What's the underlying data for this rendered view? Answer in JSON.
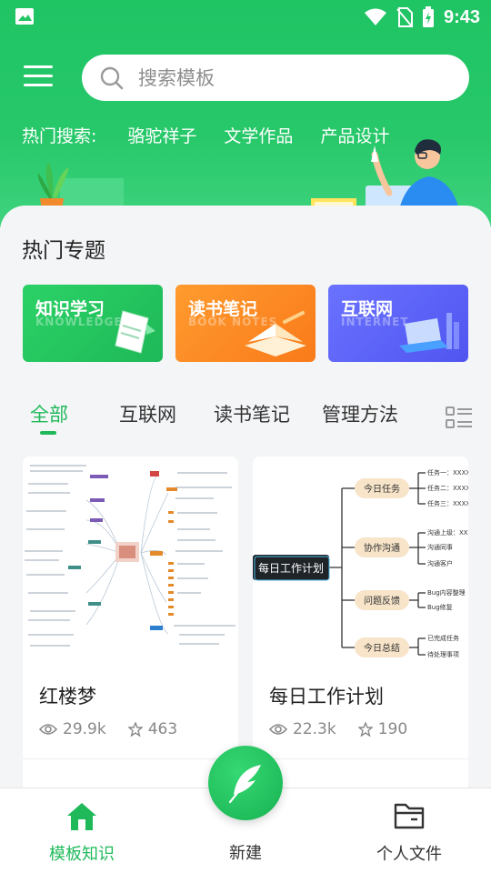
{
  "status_bar": {
    "time": "9:43"
  },
  "search": {
    "placeholder": "搜索模板",
    "value": ""
  },
  "hot_search": {
    "label": "热门搜索:",
    "tags": [
      "骆驼祥子",
      "文学作品",
      "产品设计"
    ]
  },
  "section": {
    "title": "热门专题"
  },
  "topics": [
    {
      "label": "知识学习",
      "sub": "KNOWLEDGE",
      "color": "#27c861"
    },
    {
      "label": "读书笔记",
      "sub": "BOOK NOTES",
      "color": "#fb8c25"
    },
    {
      "label": "互联网",
      "sub": "INTERNET",
      "color": "#5e63f8"
    }
  ],
  "tabs": [
    {
      "label": "全部",
      "active": true
    },
    {
      "label": "互联网",
      "active": false
    },
    {
      "label": "读书笔记",
      "active": false
    },
    {
      "label": "管理方法",
      "active": false
    }
  ],
  "templates": [
    {
      "name": "红楼梦",
      "views": "29.9k",
      "stars": "463"
    },
    {
      "name": "每日工作计划",
      "views": "22.3k",
      "stars": "190",
      "mindmap": {
        "root": "每日工作计划",
        "branches": [
          {
            "label": "今日任务",
            "items": [
              "任务一：XXXX",
              "任务二：XXXX",
              "任务三：XXXX"
            ]
          },
          {
            "label": "协作沟通",
            "items": [
              "沟通上级：XXX",
              "沟通同事",
              "沟通客户"
            ]
          },
          {
            "label": "问题反馈",
            "items": [
              "Bug内容整理",
              "Bug修复"
            ]
          },
          {
            "label": "今日总结",
            "items": [
              "已完成任务",
              "待处理事项"
            ]
          }
        ]
      }
    }
  ],
  "bottom_nav": {
    "home": "模板知识",
    "create": "新建",
    "files": "个人文件"
  },
  "colors": {
    "brand": "#1fb95a",
    "hero": "#22c565"
  }
}
